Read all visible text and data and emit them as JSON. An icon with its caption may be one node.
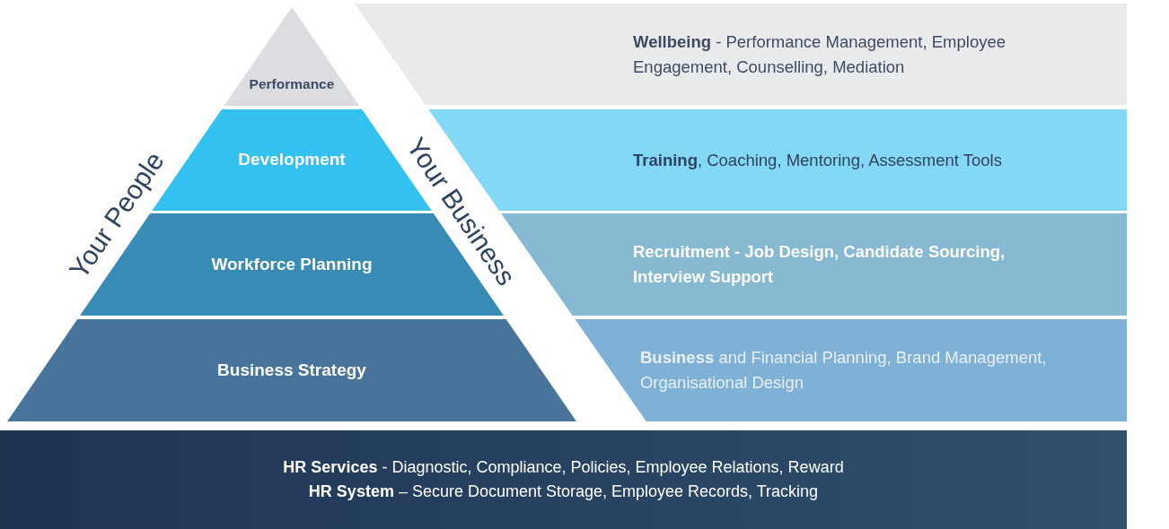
{
  "diagram": {
    "nodes": [
      {
        "text": [
          "Performance"
        ]
      },
      {
        "text": [
          "Development"
        ]
      },
      {
        "text": [
          "Workforce Planning"
        ]
      },
      {
        "text": [
          "Business Strategy"
        ]
      },
      {
        "text": [
          "**Wellbeing** - Performance Management, Employee Engagement, Counselling, Mediation"
        ]
      },
      {
        "text": [
          "**Training**, Coaching, Mentoring, Assessment Tools"
        ]
      },
      {
        "text": [
          "Recruitment - Job Design, Candidate Sourcing, Interview Support"
        ]
      },
      {
        "text": [
          "**Business** and Financial Planning, Brand Management, Organisational Design"
        ]
      },
      {
        "text": [
          "**HR Services**  - Diagnostic, Compliance, Policies, Employee Relations, Reward",
          "**HR System** – Secure Document Storage, Employee Records, Tracking"
        ]
      }
    ],
    "labels": [
      "Your People",
      "Your Business"
    ]
  }
}
